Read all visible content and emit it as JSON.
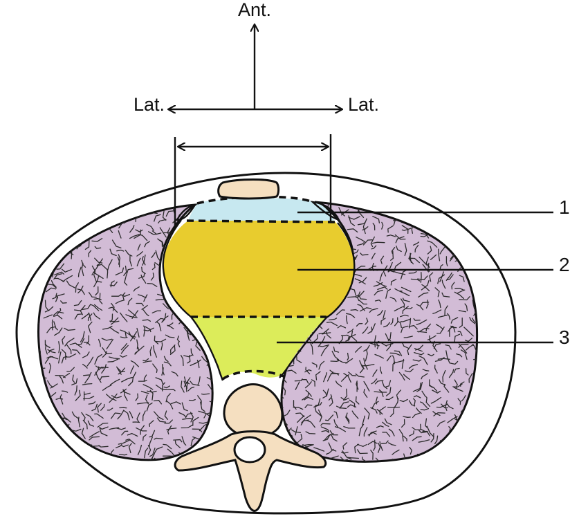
{
  "orientation": {
    "anterior_label": "Ant.",
    "lateral_left_label": "Lat.",
    "lateral_right_label": "Lat."
  },
  "callouts": [
    {
      "number": "1"
    },
    {
      "number": "2"
    },
    {
      "number": "3"
    }
  ],
  "colors": {
    "compartment_1": "#c7e8f0",
    "compartment_2": "#e8cc2e",
    "compartment_3": "#dcec5a",
    "lung": "#d2bcd6",
    "bone": "#f5dfc0",
    "outline": "#111111"
  }
}
